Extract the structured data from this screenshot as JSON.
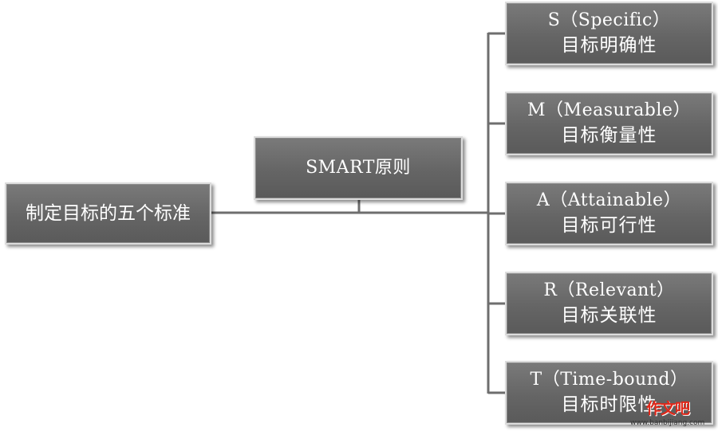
{
  "diagram": {
    "root": {
      "label": "制定目标的五个标准"
    },
    "center": {
      "label": "SMART原则"
    },
    "branches": [
      {
        "letter_line": "S（Specific）",
        "meaning": "目标明确性"
      },
      {
        "letter_line": "M（Measurable）",
        "meaning": "目标衡量性"
      },
      {
        "letter_line": "A（Attainable）",
        "meaning": "目标可行性"
      },
      {
        "letter_line": "R（Relevant）",
        "meaning": "目标关联性"
      },
      {
        "letter_line": "T（Time-bound）",
        "meaning": "目标时限性"
      }
    ]
  },
  "watermark": {
    "logo": "作文吧",
    "url": "www.banbijiang.com"
  },
  "colors": {
    "box_fill": "#6b6b6b",
    "box_border": "#dcdcdc",
    "connector": "#6e6e6e",
    "text": "#ffffff",
    "watermark_red": "#e0281a"
  }
}
